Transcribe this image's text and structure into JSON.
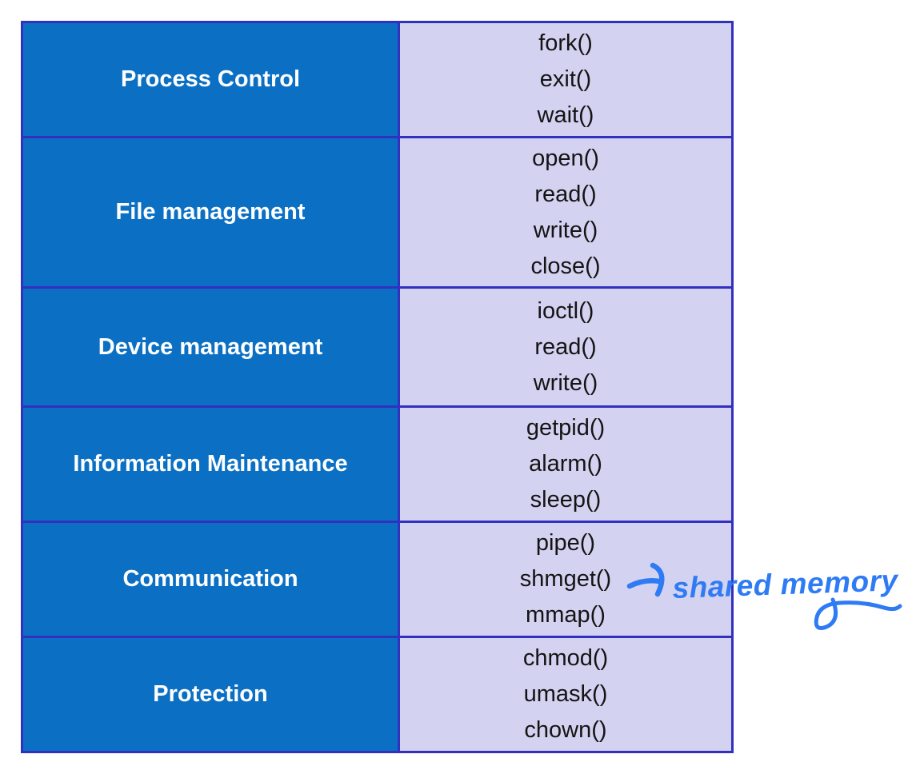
{
  "table": {
    "rows": [
      {
        "category": "Process Control",
        "calls": [
          "fork()",
          "exit()",
          "wait()"
        ]
      },
      {
        "category": "File management",
        "calls": [
          "open()",
          "read()",
          "write()",
          "close()"
        ]
      },
      {
        "category": "Device management",
        "calls": [
          "ioctl()",
          "read()",
          "write()"
        ]
      },
      {
        "category": "Information Maintenance",
        "calls": [
          "getpid()",
          "alarm()",
          "sleep()"
        ]
      },
      {
        "category": "Communication",
        "calls": [
          "pipe()",
          "shmget()",
          "mmap()"
        ]
      },
      {
        "category": "Protection",
        "calls": [
          "chmod()",
          "umask()",
          "chown()"
        ]
      }
    ]
  },
  "annotation": {
    "arrow": "→",
    "text": "shared memory",
    "points_to": "shmget()"
  },
  "colors": {
    "category-bg": "#0b70c4",
    "calls-bg": "#d3d2f0",
    "border": "#3230bf",
    "category-text": "#ffffff",
    "calls-text": "#141414",
    "annotation": "#2e7bf4"
  }
}
